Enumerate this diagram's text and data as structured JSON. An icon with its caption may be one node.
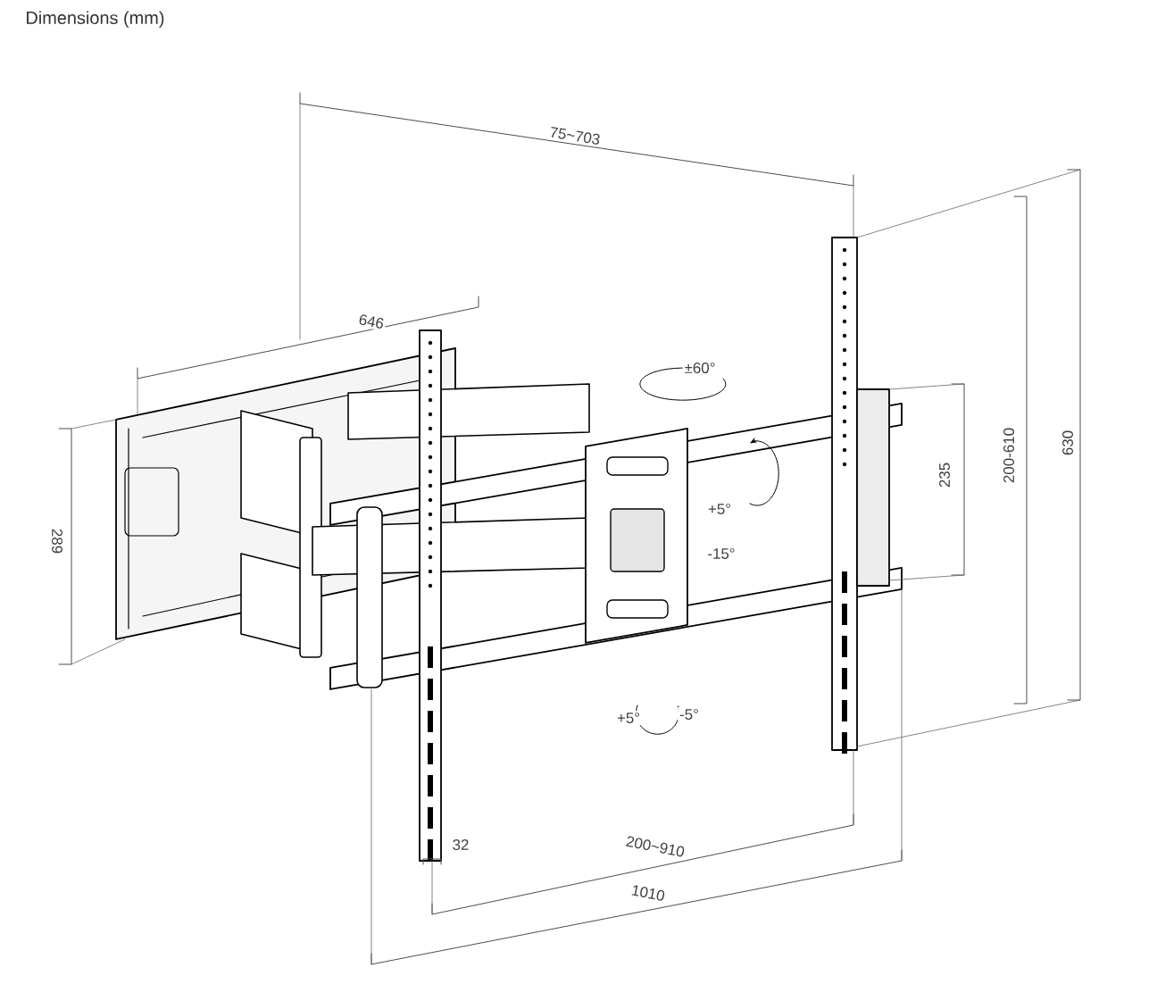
{
  "diagram": {
    "title": "Dimensions (mm)",
    "labels": [
      "75~703",
      "646",
      "±60°",
      "200-610",
      "630",
      "235",
      "+5°",
      "-15°",
      "289",
      "+5°",
      "-5°",
      "32",
      "200~910",
      "1010"
    ]
  }
}
